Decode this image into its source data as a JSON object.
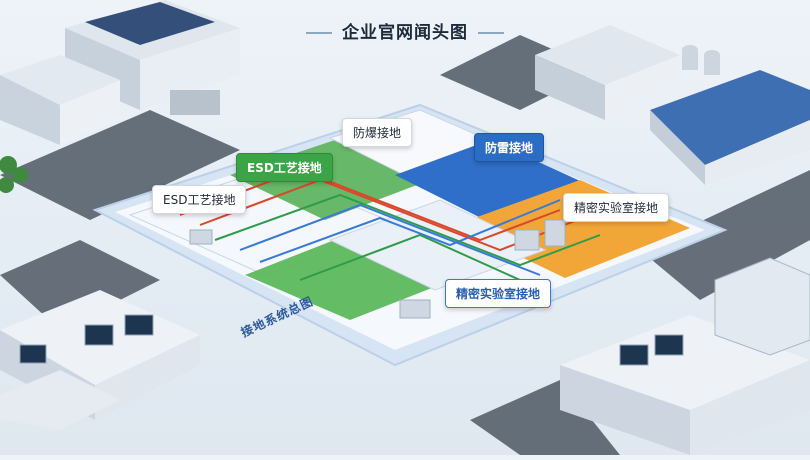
{
  "header": {
    "title": "企业官网闻头图"
  },
  "zones": [
    {
      "label": "防爆接地",
      "style": "white"
    },
    {
      "label": "ESD工艺接地",
      "style": "green"
    },
    {
      "label": "防雷接地",
      "style": "blue"
    },
    {
      "label": "ESD工艺接地",
      "style": "white"
    },
    {
      "label": "精密实验室接地",
      "style": "white"
    },
    {
      "label": "精密实验室接地",
      "style": "outline"
    }
  ],
  "platform": {
    "edge_label": "接地系统总图"
  },
  "colors": {
    "green_zone": "#5cb85c",
    "blue_zone": "#2f6fc9",
    "orange_zone": "#f3a638",
    "white_zone": "#f4f7fb",
    "cable_red": "#d9482b",
    "cable_green": "#2e9c4a",
    "cable_blue": "#3a7ad5"
  }
}
